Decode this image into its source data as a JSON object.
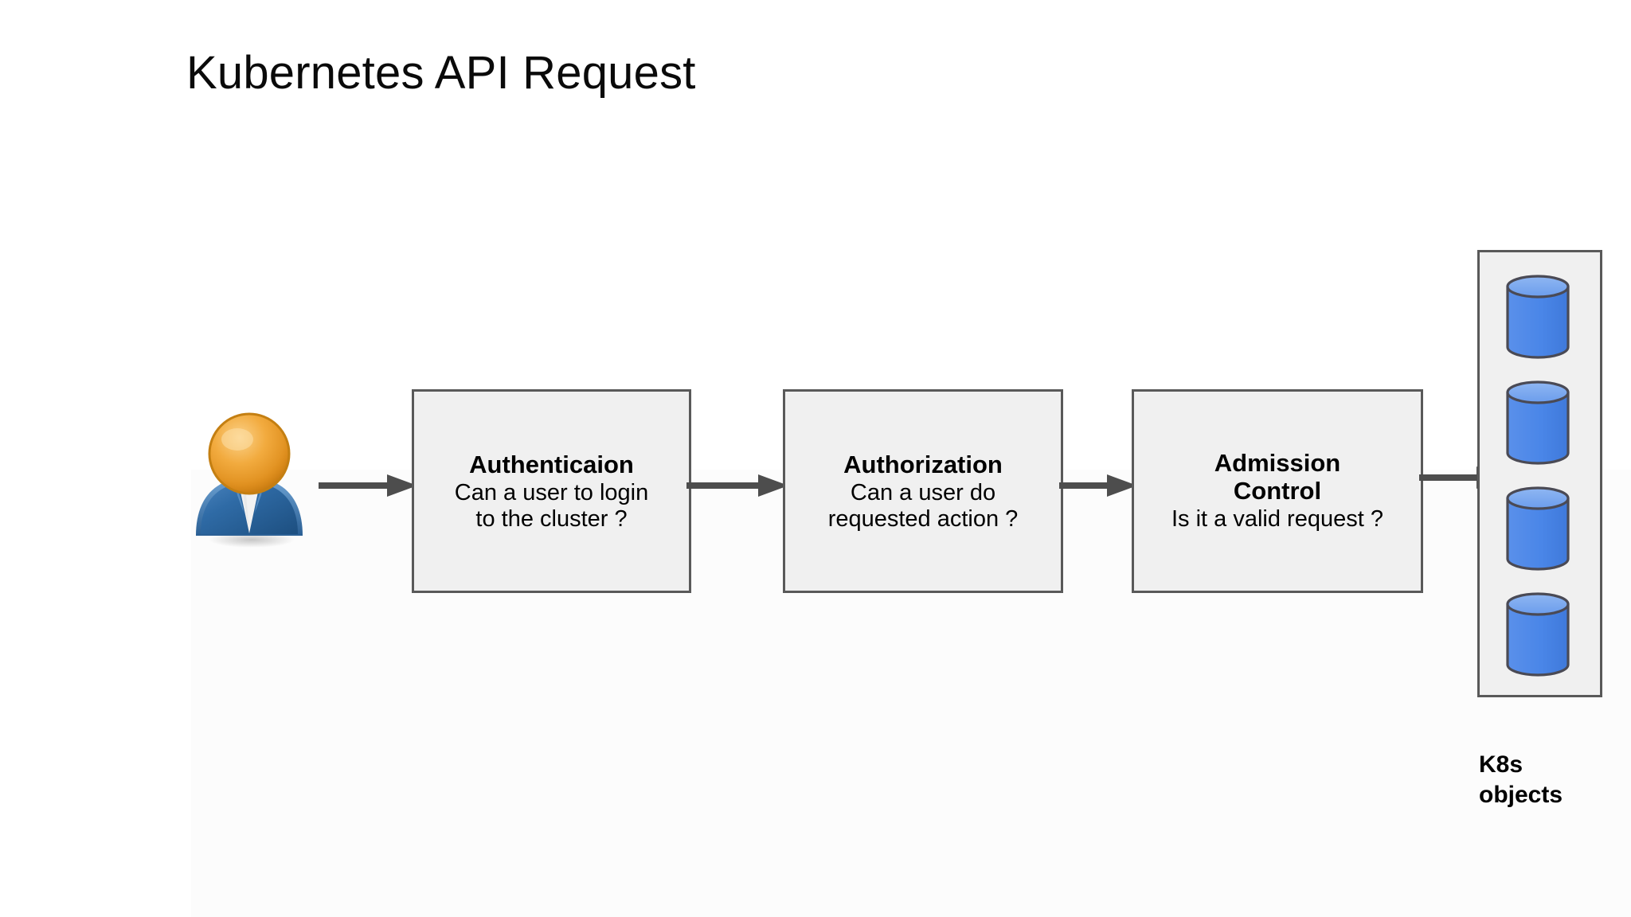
{
  "title": "Kubernetes API Request",
  "actor": {
    "icon": "user-icon",
    "name": "user"
  },
  "stages": [
    {
      "id": "authentication",
      "title": "Authenticaion",
      "question": "Can a user to login\nto the cluster ?"
    },
    {
      "id": "authorization",
      "title": "Authorization",
      "question": "Can a user do\nrequested action ?"
    },
    {
      "id": "admission-control",
      "title": "Admission\nControl",
      "question": "Is it a valid request ?"
    }
  ],
  "store": {
    "label": "K8s\nobjects",
    "item_icon": "database-cylinder-icon",
    "item_count": 4
  },
  "arrows": [
    {
      "id": "user-to-authentication",
      "from": "user",
      "to": "authentication"
    },
    {
      "id": "authentication-to-authorization",
      "from": "authentication",
      "to": "authorization"
    },
    {
      "id": "authorization-to-admission-control",
      "from": "authorization",
      "to": "admission-control"
    },
    {
      "id": "admission-control-to-store",
      "from": "admission-control",
      "to": "k8s-objects"
    }
  ],
  "colors": {
    "background": "#ffffff",
    "box_fill": "#f0f0f0",
    "box_stroke": "#595959",
    "arrow": "#4d4d4d",
    "cylinder_body": "#4a86e8",
    "cylinder_top": "#7ba7ee",
    "cylinder_stroke": "#4a4a55",
    "head_gold": "#f0a93c",
    "body_blue": "#2a6099",
    "text": "#000000"
  }
}
